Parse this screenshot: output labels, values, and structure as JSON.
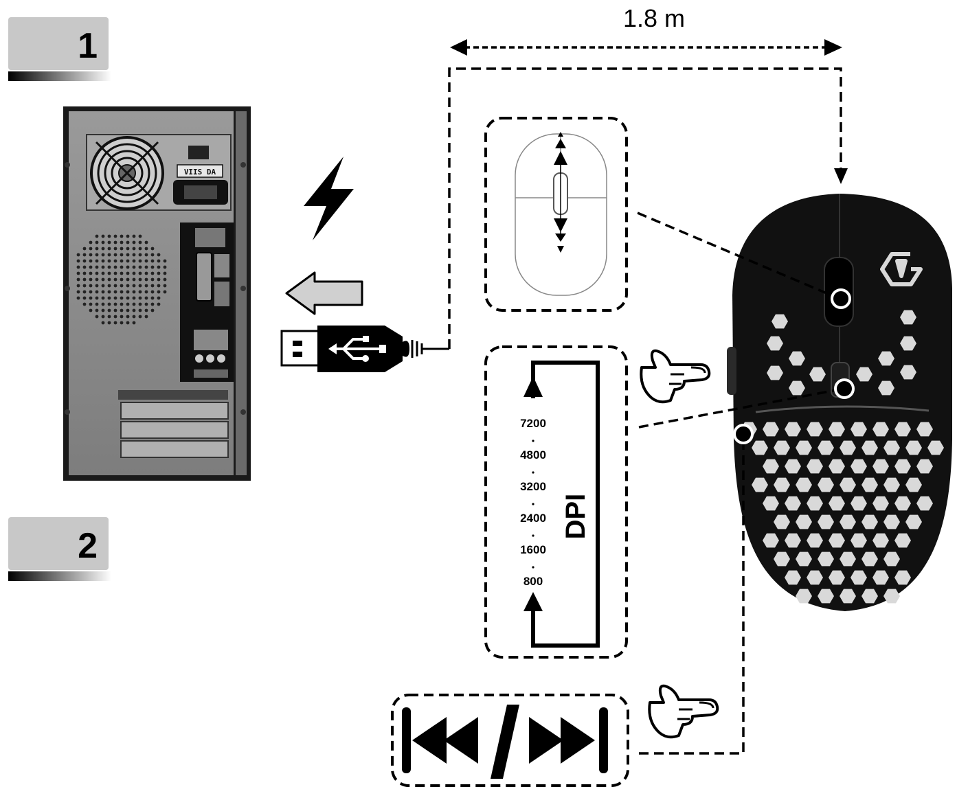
{
  "steps": [
    {
      "label": "1"
    },
    {
      "label": "2"
    }
  ],
  "cable": {
    "length_label": "1.8 m"
  },
  "psu": {
    "voltage_label": "VIIS DA"
  },
  "dpi": {
    "title": "DPI",
    "levels": [
      "7200",
      "4800",
      "3200",
      "2400",
      "1600",
      "800"
    ]
  },
  "icons": {
    "power": "lightning-bolt-icon",
    "direction": "left-arrow-icon",
    "usb": "usb-plug-icon",
    "press": "pointing-hand-icon",
    "media": "previous-next-track-icon",
    "brand": "brand-logo-icon"
  },
  "colors": {
    "ink": "#000000",
    "tower": "#8a8a8a",
    "mouse_body": "#111111",
    "mouse_cells": "#d9d9d9",
    "tab_gray": "#c8c8c8"
  }
}
